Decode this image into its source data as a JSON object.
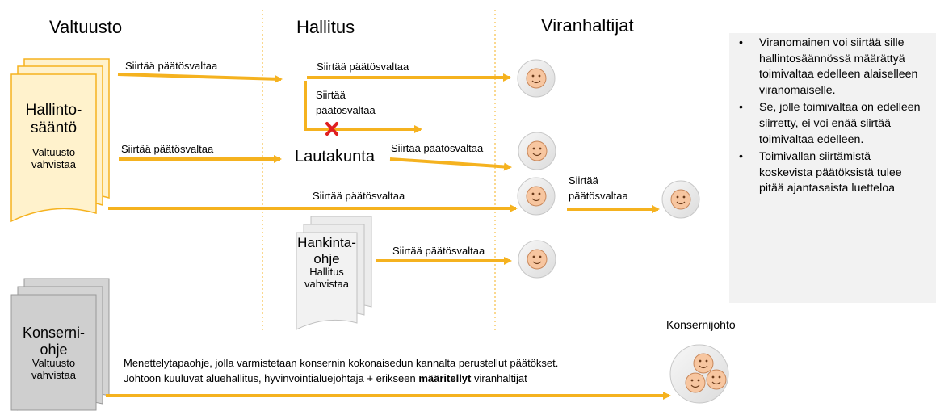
{
  "columns": {
    "valtuusto": "Valtuusto",
    "hallitus": "Hallitus",
    "viranhaltijat": "Viranhaltijat"
  },
  "documents": {
    "hallintosaanto": {
      "title_line1": "Hallinto-",
      "title_line2": "sääntö",
      "sub_line1": "Valtuusto",
      "sub_line2": "vahvistaa"
    },
    "hankintaohje": {
      "title_line1": "Hankinta-",
      "title_line2": "ohje",
      "sub_line1": "Hallitus",
      "sub_line2": "vahvistaa"
    },
    "konserniohje": {
      "title_line1": "Konserni-",
      "title_line2": "ohje",
      "sub_line1": "Valtuusto",
      "sub_line2": "vahvistaa"
    }
  },
  "arrows": {
    "a1": "Siirtää päätösvaltaa",
    "a2": "Siirtää päätösvaltaa",
    "a3_line1": "Siirtää",
    "a3_line2": "päätösvaltaa",
    "a4": "Siirtää päätösvaltaa",
    "a5": "Siirtää päätösvaltaa",
    "a6": "Siirtää päätösvaltaa",
    "a7_line1": "Siirtää",
    "a7_line2": "päätösvaltaa",
    "a8": "Siirtää päätösvaltaa"
  },
  "lautakunta": "Lautakunta",
  "konsernijohto": "Konsernijohto",
  "bottom_text": {
    "line1": "Menettelytapaohje, jolla varmistetaan konsernin kokonaisedun kannalta perustellut päätökset.",
    "line2_pre": "Johtoon kuuluvat aluehallitus, hyvinvointialuejohtaja + erikseen ",
    "line2_bold": "määritellyt",
    "line2_post": " viranhaltijat"
  },
  "info_box": [
    "Viranomainen voi siirtää sille hallintosäännössä määrättyä toimivaltaa edelleen alaiselleen viranomaiselle.",
    "Se, jolle toimivaltaa on edelleen siirretty, ei voi enää siirtää toimivaltaa edelleen.",
    "Toimivallan siirtämistä koskevista päätöksistä tulee pitää ajantasaista luetteloa"
  ],
  "colors": {
    "arrow": "#f5b21f",
    "doc_yellow_fill": "#fff2cc",
    "doc_yellow_stroke": "#f5b21f",
    "doc_gray_fill": "#ececec",
    "doc_dark_fill": "#d4d4d4",
    "cross": "#e02020"
  },
  "icons": [
    "face-icon",
    "cross-icon",
    "document-stack-icon"
  ]
}
